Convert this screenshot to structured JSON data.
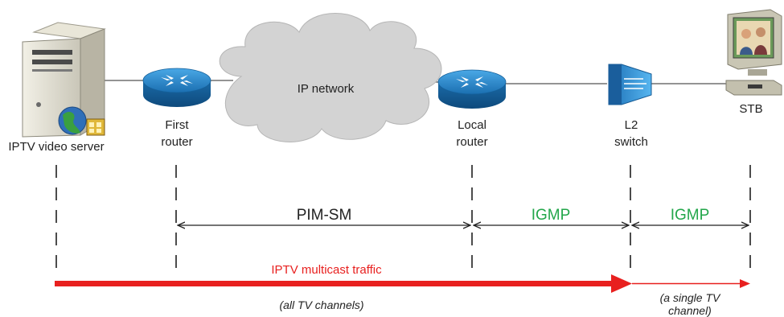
{
  "nodes": {
    "server": {
      "label": "IPTV video server"
    },
    "first_router": {
      "label_line1": "First",
      "label_line2": "router"
    },
    "network": {
      "label": "IP network"
    },
    "local_router": {
      "label_line1": "Local",
      "label_line2": "router"
    },
    "l2_switch": {
      "label_line1": "L2",
      "label_line2": "switch"
    },
    "stb": {
      "label": "STB"
    }
  },
  "protocols": {
    "pim": "PIM-SM",
    "igmp_1": "IGMP",
    "igmp_2": "IGMP"
  },
  "traffic": {
    "label": "IPTV multicast traffic",
    "all_channels": "(all TV channels)",
    "single_line1": "(a single TV",
    "single_line2": "channel)"
  },
  "colors": {
    "router_blue": "#1f7fc4",
    "switch_blue": "#2a8fd6",
    "cloud_gray": "#d3d3d3",
    "pim_text": "#222222",
    "igmp_text": "#22a64a",
    "multicast_red": "#e8201f"
  }
}
